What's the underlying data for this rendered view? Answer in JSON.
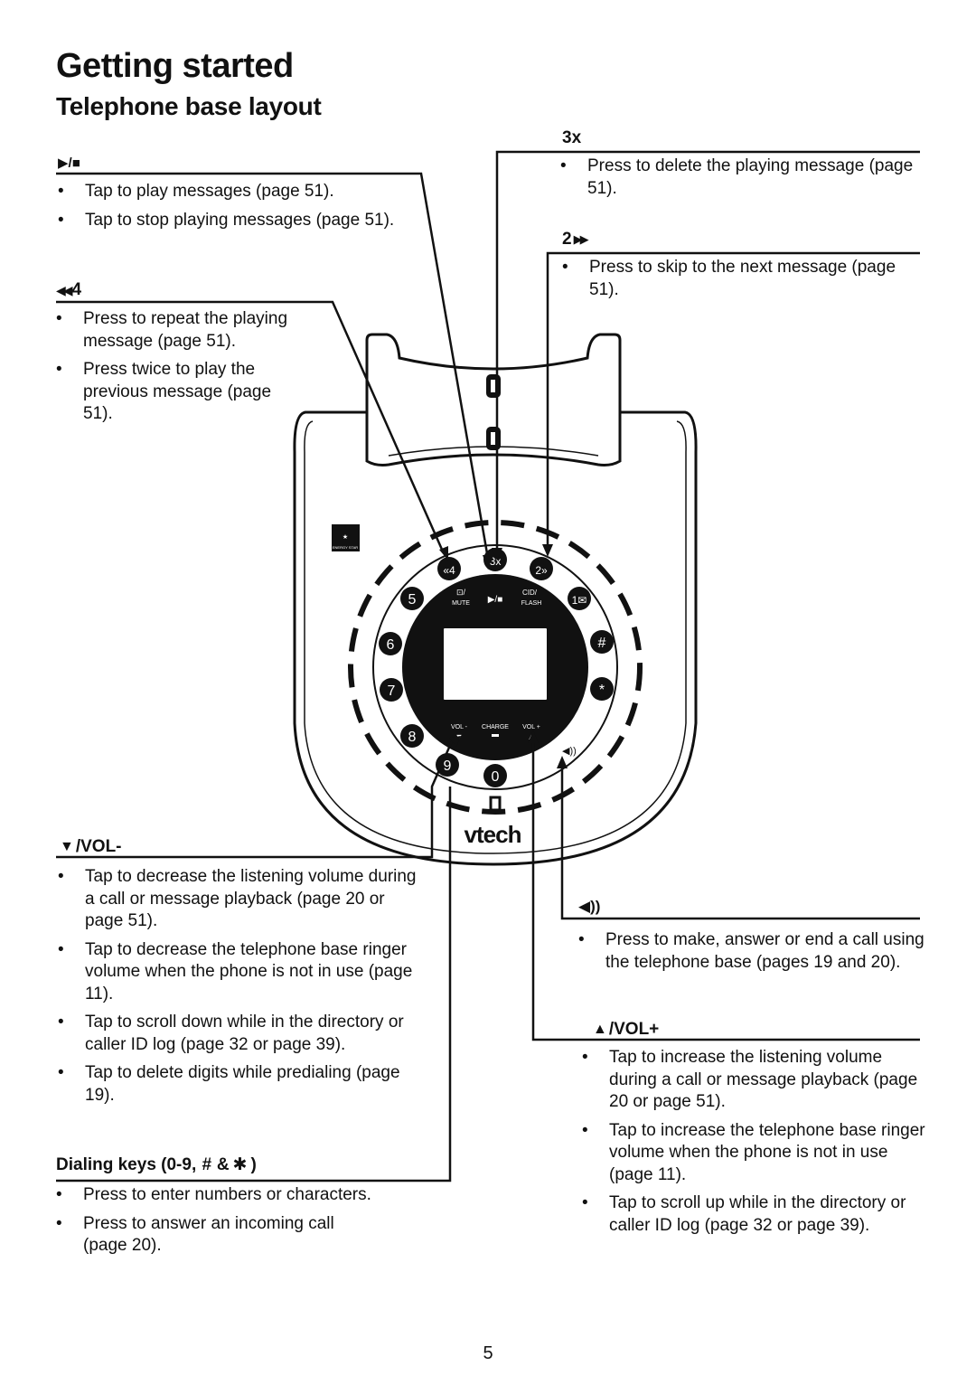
{
  "page": {
    "title": "Getting started",
    "section_title": "Telephone base layout",
    "page_number": "5"
  },
  "callouts": {
    "play_stop": {
      "icon": "play-stop-icon",
      "bullets": [
        "Tap to play messages (page 51).",
        "Tap to stop playing messages (page 51)."
      ]
    },
    "repeat": {
      "label": "4",
      "icon": "repeat-icon",
      "bullets": [
        "Press to repeat the playing message (page 51).",
        "Press twice to play the previous message (page 51)."
      ]
    },
    "delete": {
      "label": "3x",
      "bullets": [
        "Press to delete the playing message (page 51)."
      ]
    },
    "skip": {
      "label": "2",
      "icon": "skip-icon",
      "bullets": [
        "Press to skip to the next message (page 51)."
      ]
    },
    "vol_down": {
      "label": "/VOL-",
      "icon": "triangle-down-icon",
      "bullets": [
        "Tap to decrease the listening volume during a call or message playback (page 20 or page 51).",
        "Tap to decrease the telephone base ringer volume when the phone is not in use (page 11).",
        "Tap to scroll down while in the directory or caller ID log (page 32 or page 39).",
        "Tap to delete digits while predialing (page 19)."
      ]
    },
    "dialing_keys": {
      "label_start": "Dialing keys (0-9,",
      "label_mid": "&",
      "label_end": ")",
      "bullets": [
        "Press to enter numbers or characters.",
        "Press to answer an incoming call (page 20)."
      ]
    },
    "speaker": {
      "icon": "speaker-icon",
      "bullets": [
        "Press to make, answer or end a call using the telephone base (pages 19 and 20)."
      ]
    },
    "vol_up": {
      "label": "/VOL+",
      "icon": "triangle-up-icon",
      "bullets": [
        "Tap to increase the listening volume during a call or message playback (page 20 or page 51).",
        "Tap to increase the telephone base ringer volume when the phone is not in use (page 11).",
        "Tap to scroll up while in the directory or caller ID log (page 32 or  page 39)."
      ]
    }
  },
  "device": {
    "brand": "vtech",
    "keys": [
      "4",
      "3",
      "2",
      "5",
      "1",
      "6",
      "#",
      "7",
      "*",
      "8",
      "9",
      "0"
    ],
    "key_superscripts": {
      "three": "x"
    },
    "labels": {
      "mute": "MUTE",
      "cid": "CID/",
      "flash": "FLASH",
      "vol_minus": "VOL -",
      "charge": "CHARGE",
      "vol_plus": "VOL +",
      "energy_star": "ENERGY STAR"
    }
  }
}
